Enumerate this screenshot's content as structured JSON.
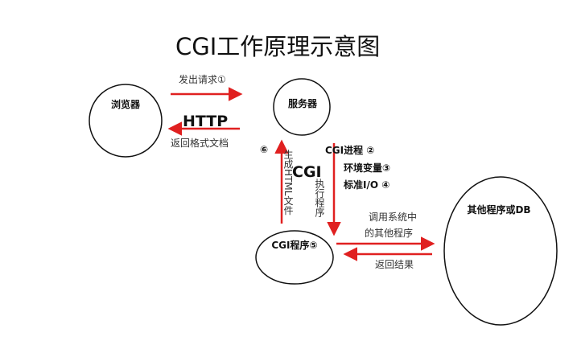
{
  "title": "CGI工作原理示意图",
  "colors": {
    "arrow": "#e02020",
    "node_stroke": "#111111",
    "text": "#111111"
  },
  "nodes": {
    "browser": "浏览器",
    "server": "服务器",
    "cgi_program": "CGI程序⑤",
    "other_program": "其他程序或DB"
  },
  "labels": {
    "send_request": "发出请求①",
    "http": "HTTP",
    "return_doc": "返回格式文档",
    "num_6": "⑥",
    "cgi_big": "CGI",
    "generate_html": "生成HTML文件",
    "execute_program": "执行程序",
    "cgi_process": "CGI进程 ②",
    "env_vars": "环境变量③",
    "std_io": "标准I/O ④",
    "call_other_1": "调用系统中",
    "call_other_2": "的其他程序",
    "return_result": "返回结果"
  }
}
